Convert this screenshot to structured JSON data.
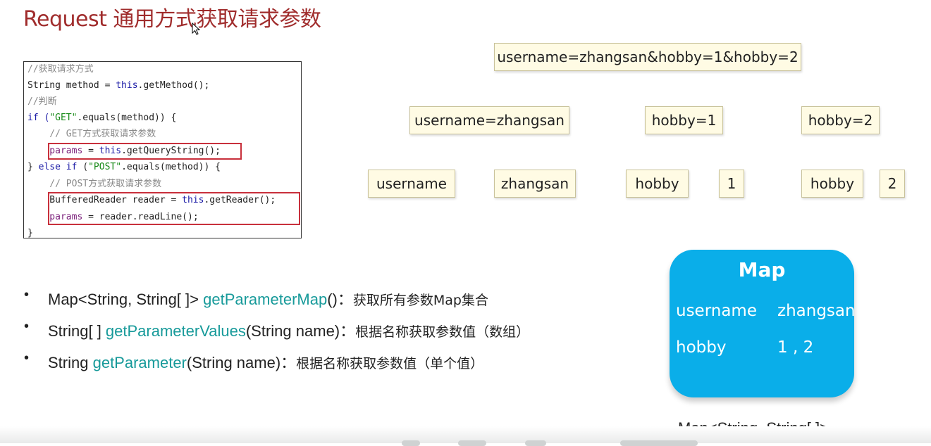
{
  "title": "Request 通用方式获取请求参数",
  "code": {
    "line1": "//获取请求方式",
    "line2a": "String method = ",
    "line2b": "this",
    "line2c": ".getMethod();",
    "line3": "//判断",
    "line4a": "if (",
    "line4b": "\"GET\"",
    "line4c": ".equals(method)) {",
    "line5": "    // GET方式获取请求参数",
    "line6a": "    params",
    "line6b": " = ",
    "line6c": "this",
    "line6d": ".getQueryString();",
    "line7a": "} ",
    "line7b": "else if",
    "line7c": " (",
    "line7d": "\"POST\"",
    "line7e": ".equals(method)) {",
    "line8": "    // POST方式获取请求参数",
    "line9a": "    BufferedReader reader = ",
    "line9b": "this",
    "line9c": ".getReader();",
    "line10a": "    params",
    "line10b": " = reader.readLine();",
    "line11": "}"
  },
  "params": {
    "full": "username=zhangsan&hobby=1&hobby=2",
    "pair1": "username=zhangsan",
    "pair2": "hobby=1",
    "pair3": "hobby=2",
    "k1": "username",
    "v1": "zhangsan",
    "k2": "hobby",
    "v2": "1",
    "k3": "hobby",
    "v3": "2"
  },
  "bullets": {
    "dot": "•",
    "b1_type": "Map<String, String[ ]> ",
    "b1_method": "getParameterMap",
    "b1_sig": "()：",
    "b1_desc": "获取所有参数Map集合",
    "b2_type": "String[ ] ",
    "b2_method": "getParameterValues",
    "b2_sig": "(String name)：",
    "b2_desc": "根据名称获取参数值（数组）",
    "b3_type": "String ",
    "b3_method": "getParameter",
    "b3_sig": "(String name)：",
    "b3_desc": "根据名称获取参数值（单个值）"
  },
  "map": {
    "title": "Map",
    "key1": "username",
    "val1": "zhangsan",
    "key2": "hobby",
    "val2": "1 , 2",
    "caption": "Map<String, String[ ]>"
  },
  "colors": {
    "title": "#a02c2c",
    "method": "#179a9a",
    "map_card": "#0aaee9",
    "highlight": "#c8303c"
  }
}
